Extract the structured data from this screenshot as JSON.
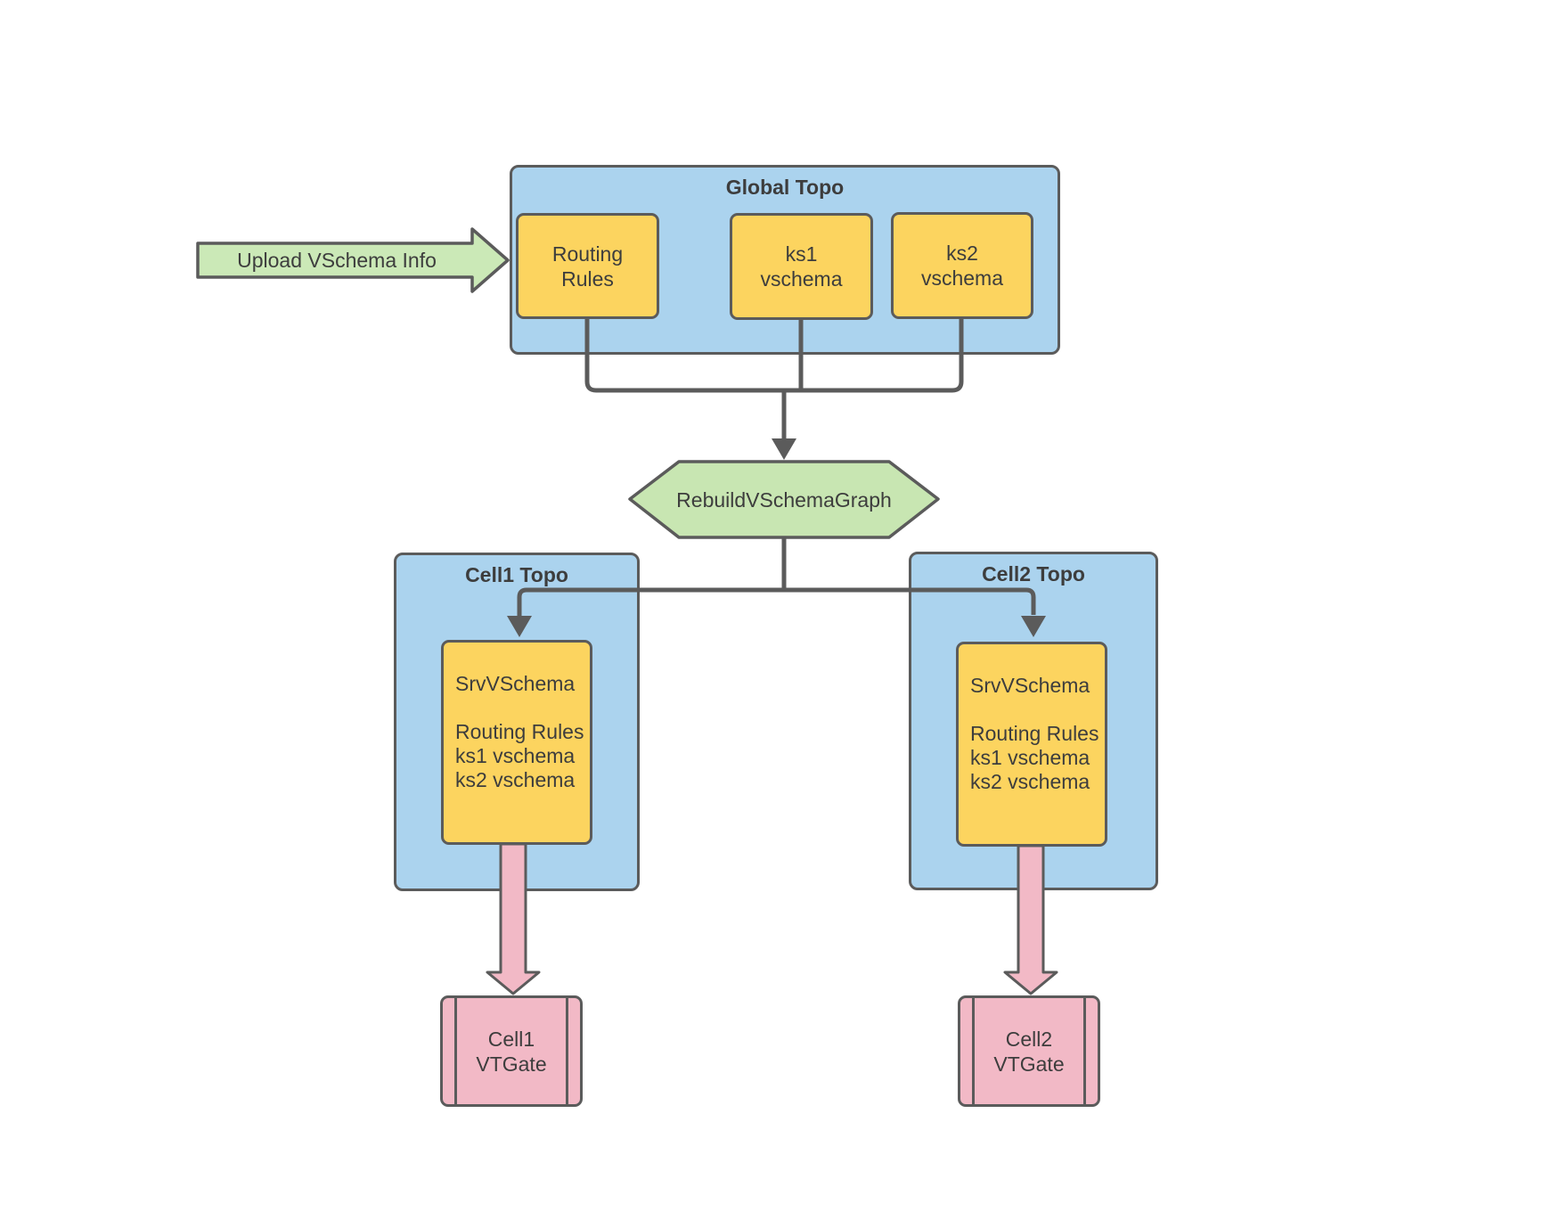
{
  "diagram": {
    "upload_arrow": {
      "label": "Upload VSchema Info"
    },
    "global_topo": {
      "title": "Global Topo",
      "nodes": [
        {
          "label": "Routing\nRules"
        },
        {
          "label": "ks1\nvschema"
        },
        {
          "label": "ks2\nvschema"
        }
      ]
    },
    "rebuild_step": {
      "label": "RebuildVSchemaGraph"
    },
    "cells": [
      {
        "title": "Cell1 Topo",
        "srv_box": "SrvVSchema\n\nRouting Rules\nks1 vschema\nks2 vschema",
        "vtgate": "Cell1\nVTGate"
      },
      {
        "title": "Cell2 Topo",
        "srv_box": "SrvVSchema\n\nRouting Rules\nks1 vschema\nks2 vschema",
        "vtgate": "Cell2\nVTGate"
      }
    ],
    "colors": {
      "container_fill": "#abd3ee",
      "node_fill": "#fcd45f",
      "action_fill": "#c8e6b2",
      "vtgate_fill": "#f2b9c6",
      "stroke": "#5b5b5b",
      "text": "#3d3d3d",
      "background": "#ffffff"
    }
  }
}
